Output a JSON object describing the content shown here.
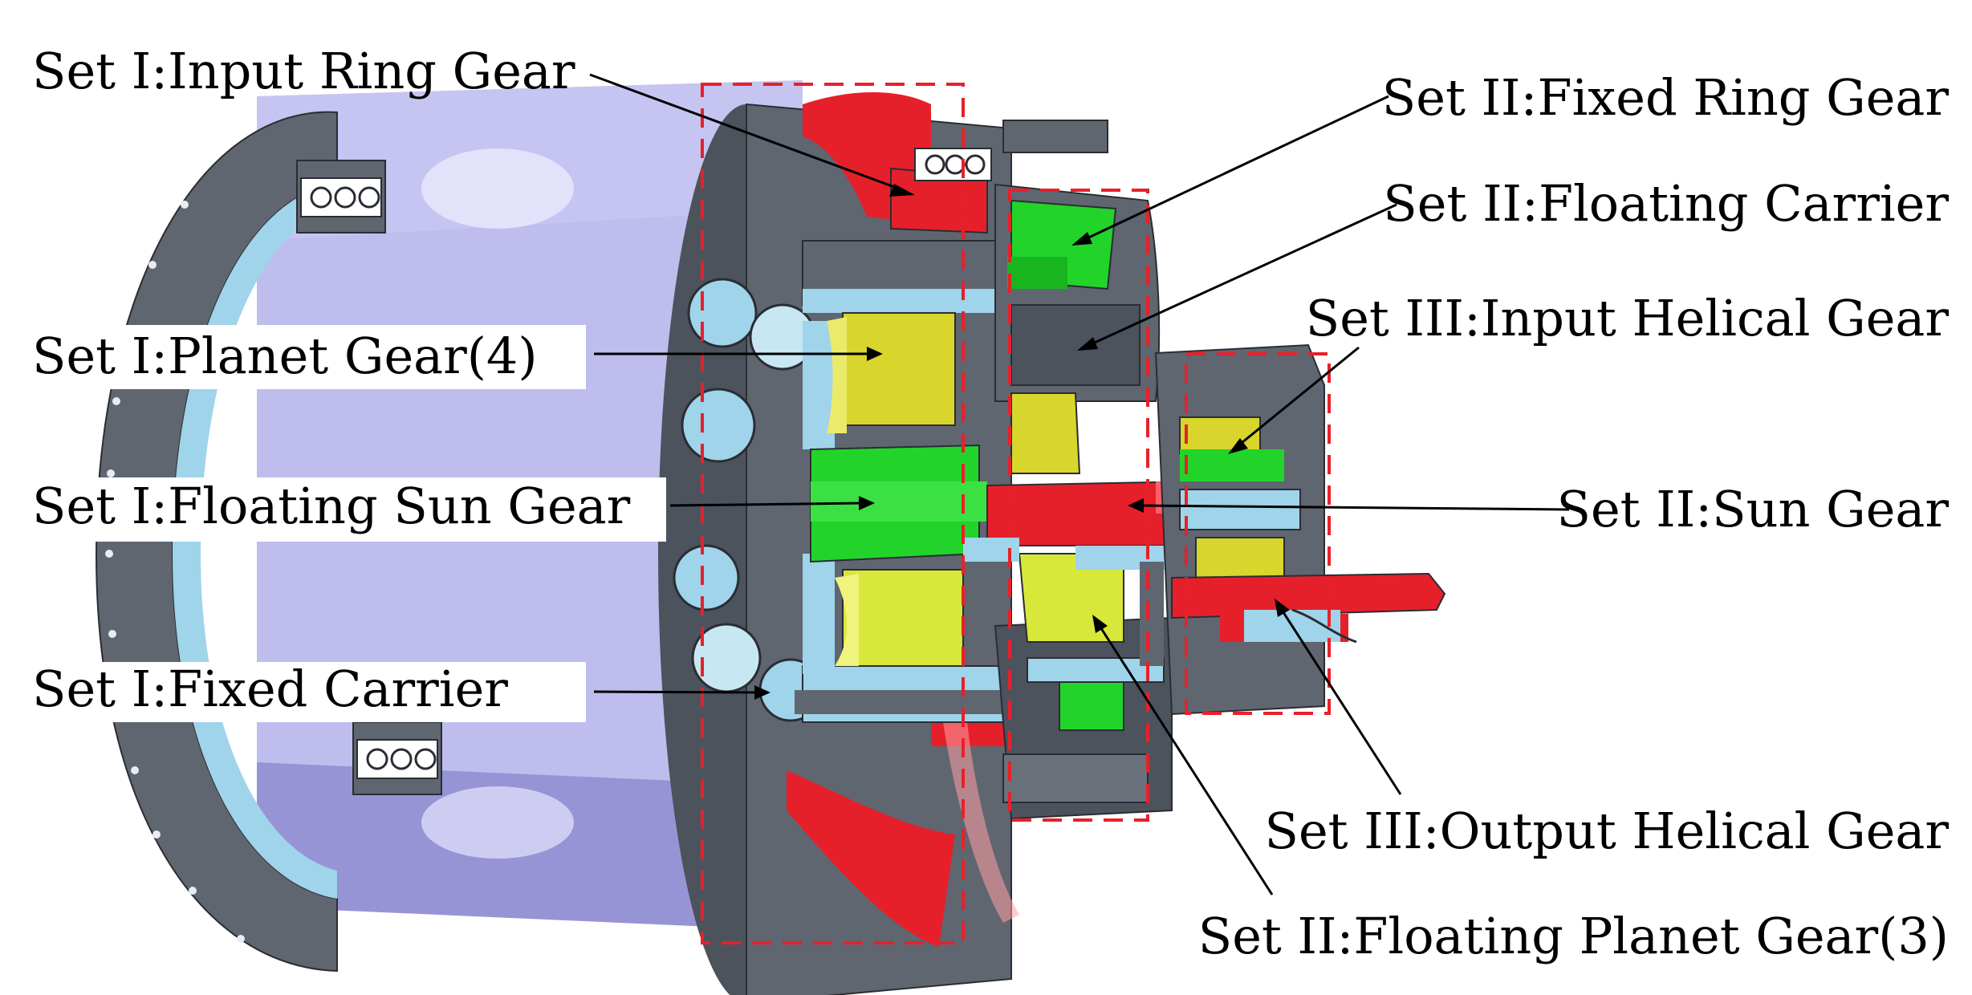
{
  "labels": {
    "input_ring_gear": "Set I:Input Ring Gear",
    "planet_gear": "Set I:Planet Gear(4)",
    "floating_sun_gear": "Set I:Floating Sun Gear",
    "fixed_carrier": "Set I:Fixed Carrier",
    "fixed_ring_gear": "Set II:Fixed Ring Gear",
    "floating_carrier": "Set II:Floating Carrier",
    "input_helical_gear": "Set III:Input Helical Gear",
    "sun_gear": "Set II:Sun Gear",
    "output_helical_gear": "Set III:Output Helical Gear",
    "floating_planet_gear": "Set II:Floating Planet Gear(3)"
  },
  "colors": {
    "housing": "#a9a6e3",
    "housing_dark": "#7a76c2",
    "steel": "#5f6670",
    "steel_light": "#9fd4ea",
    "ring_red": "#e5202b",
    "planet_yellow": "#d8d52c",
    "sun_green": "#22d42a",
    "box_red": "#e8202a"
  }
}
